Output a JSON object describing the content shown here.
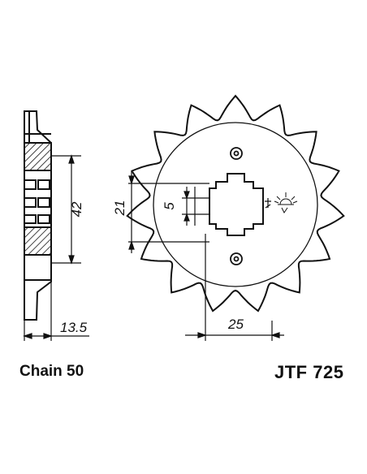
{
  "drawing": {
    "chain_label": "Chain 50",
    "part_number": "JTF 725",
    "dimensions": {
      "hub_thickness": "13.5",
      "hub_diameter": "42",
      "bore_width": "21",
      "spline_width": "5",
      "mount_offset": "25"
    },
    "sprocket": {
      "teeth": 15
    },
    "colors": {
      "line": "#111111",
      "background": "#ffffff"
    },
    "icons": {
      "marking": "sun-symbol-icon"
    }
  }
}
